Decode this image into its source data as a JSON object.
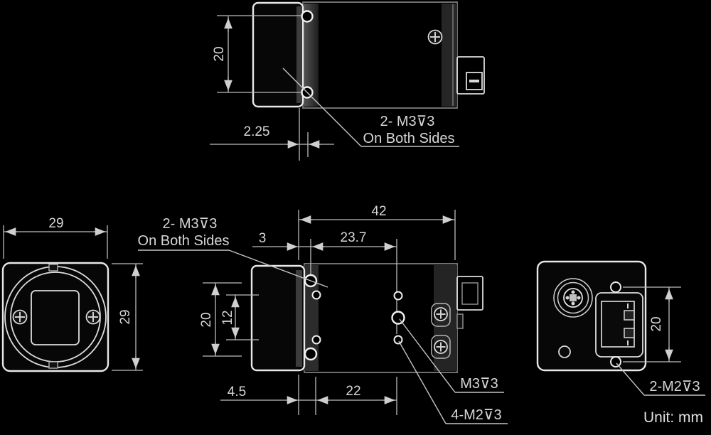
{
  "unit_note": "Unit: mm",
  "views": {
    "top": {
      "dim_height": "20",
      "dim_hole_offset": "2.25",
      "note_line1": "2- M3⊽3",
      "note_line2": "On Both Sides"
    },
    "front": {
      "dim_width": "29",
      "dim_height": "29"
    },
    "side": {
      "dim_length": "42",
      "dim_front_to_hole": "3",
      "dim_hole_span": "23.7",
      "dim_m3_spacing": "20",
      "dim_m2_spacing": "12",
      "dim_front_to_m2": "4.5",
      "dim_m2_span": "22",
      "note_line1": "2- M3⊽3",
      "note_line2": "On Both Sides",
      "note_m3": "M3⊽3",
      "note_m2": "4-M2⊽3"
    },
    "back": {
      "dim_screw_spacing": "20",
      "note_m2": "2-M2⊽3"
    }
  },
  "colors": {
    "background": "#000000",
    "line": "#e8e8e8",
    "dim_line": "#bcbcbc",
    "text": "#d6d6d6"
  }
}
